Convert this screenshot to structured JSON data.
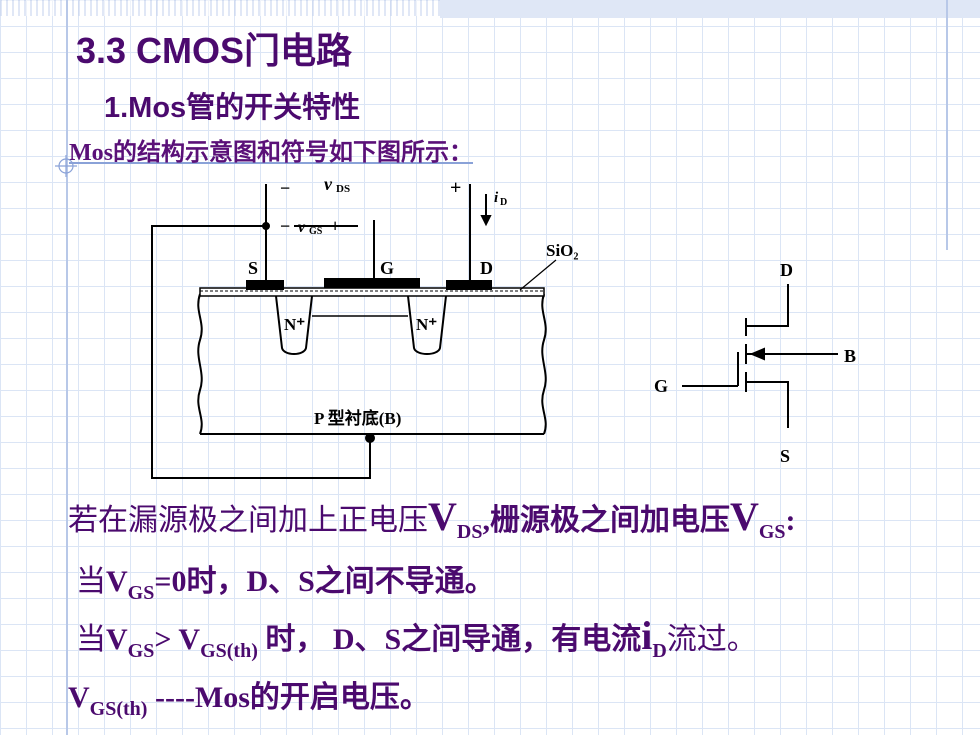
{
  "slide": {
    "title": "3.3  CMOS门电路",
    "subtitle": "1.Mos管的开关特性",
    "intro": "Mos的结构示意图和符号如下图所示："
  },
  "figure": {
    "structure": {
      "label_vds": "v",
      "label_vds_sub": "DS",
      "label_vgs": "v",
      "label_vgs_sub": "GS",
      "label_minus_top": "−",
      "label_plus_top": "+",
      "label_plus_gs": "+",
      "label_minus_gs": "−",
      "label_id": "i",
      "label_id_sub": "D",
      "label_s": "S",
      "label_g": "G",
      "label_d": "D",
      "label_sio2": "SiO₂",
      "label_n1": "N⁺",
      "label_n2": "N⁺",
      "label_substrate": "P 型衬底(B)"
    },
    "symbol": {
      "label_d": "D",
      "label_b": "B",
      "label_g": "G",
      "label_s": "S"
    }
  },
  "lines": {
    "l1_a": "若在漏源极之间加上正电压",
    "l1_v1": "V",
    "l1_sub1": "DS",
    "l1_b": ",栅源极之间加电压",
    "l1_v2": "V",
    "l1_sub2": "GS",
    "l1_c": ":",
    "l2_a": "当",
    "l2_v": "V",
    "l2_sub": "GS",
    "l2_b": "=0时，D、S之间不导通。",
    "l3_a": "当",
    "l3_v1": "V",
    "l3_sub1": "GS",
    "l3_b": "> V",
    "l3_sub2": "GS(th)",
    "l3_c": " 时， D、S之间导通，有电流",
    "l3_i": "i",
    "l3_isub": "D",
    "l3_d": "流过。",
    "l4_v": "V",
    "l4_sub": "GS(th)",
    "l4_b": " ----Mos的开启电压。"
  }
}
